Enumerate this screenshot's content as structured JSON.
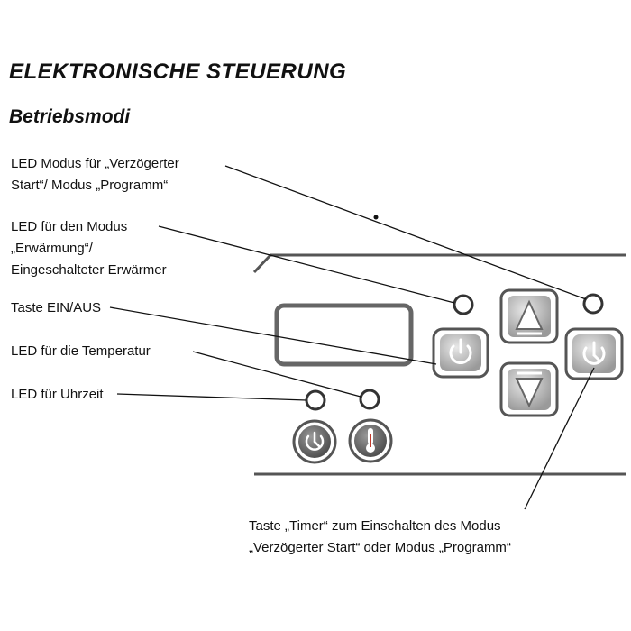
{
  "title": "ELEKTRONISCHE STEUERUNG",
  "subtitle": "Betriebsmodi",
  "labels": {
    "led_delayed_start": [
      "LED Modus für „Verzögerter",
      "Start“/ Modus „Programm“"
    ],
    "led_heating": [
      "LED für den Modus",
      "„Erwärmung“/",
      "Eingeschalteter Erwärmer"
    ],
    "button_on_off": [
      "Taste EIN/AUS"
    ],
    "led_temperature": [
      "LED für die Temperatur"
    ],
    "led_clock": [
      "LED für Uhrzeit"
    ],
    "button_timer": [
      "Taste „Timer“ zum Einschalten des Modus",
      "„Verzögerter Start“ oder Modus „Programm“"
    ]
  },
  "icons": {
    "power": "power-icon",
    "timer": "timer-icon",
    "up": "arrow-up-icon",
    "down": "arrow-down-icon",
    "clock": "clock-icon",
    "thermometer": "thermometer-icon"
  },
  "colors": {
    "panel_line": "#555555",
    "button_face": "#b8b8b8",
    "button_dark": "#5a5a5a",
    "led_ring": "#333333"
  }
}
